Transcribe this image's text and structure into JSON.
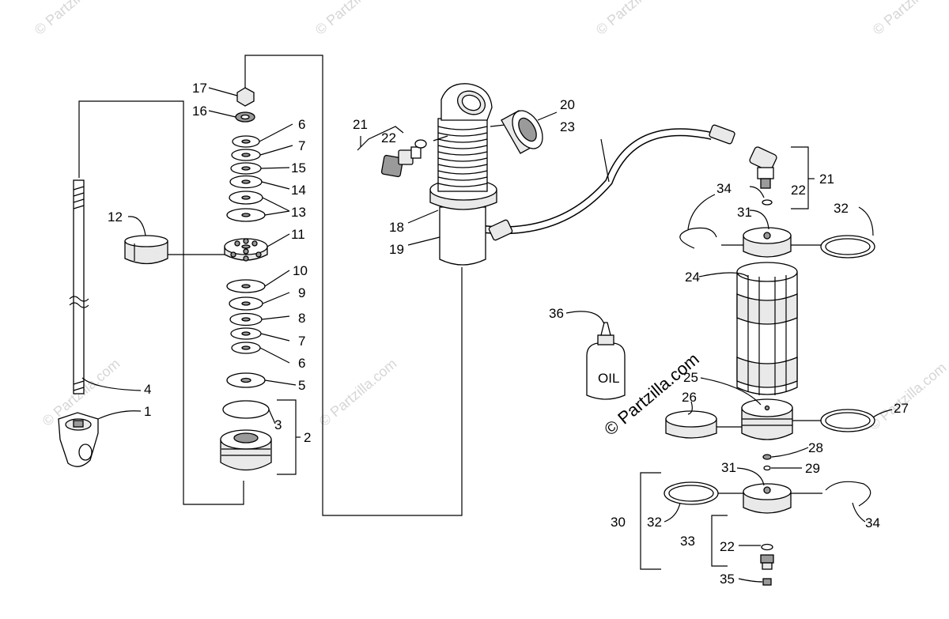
{
  "watermark": "© Partzilla.com",
  "brand": "© Partzilla.com",
  "bottle_text": "OIL",
  "callouts": {
    "c1": "1",
    "c2": "2",
    "c3": "3",
    "c4": "4",
    "c5": "5",
    "c6a": "6",
    "c6b": "6",
    "c7a": "7",
    "c7b": "7",
    "c8": "8",
    "c9": "9",
    "c10": "10",
    "c11": "11",
    "c12": "12",
    "c13": "13",
    "c14": "14",
    "c15": "15",
    "c16": "16",
    "c17": "17",
    "c18": "18",
    "c19": "19",
    "c20": "20",
    "c21a": "21",
    "c21b": "21",
    "c22a": "22",
    "c22b": "22",
    "c22c": "22",
    "c23": "23",
    "c24": "24",
    "c25": "25",
    "c26": "26",
    "c27": "27",
    "c28": "28",
    "c29": "29",
    "c30": "30",
    "c31a": "31",
    "c31b": "31",
    "c32a": "32",
    "c32b": "32",
    "c33": "33",
    "c34a": "34",
    "c34b": "34",
    "c35": "35",
    "c36": "36"
  }
}
